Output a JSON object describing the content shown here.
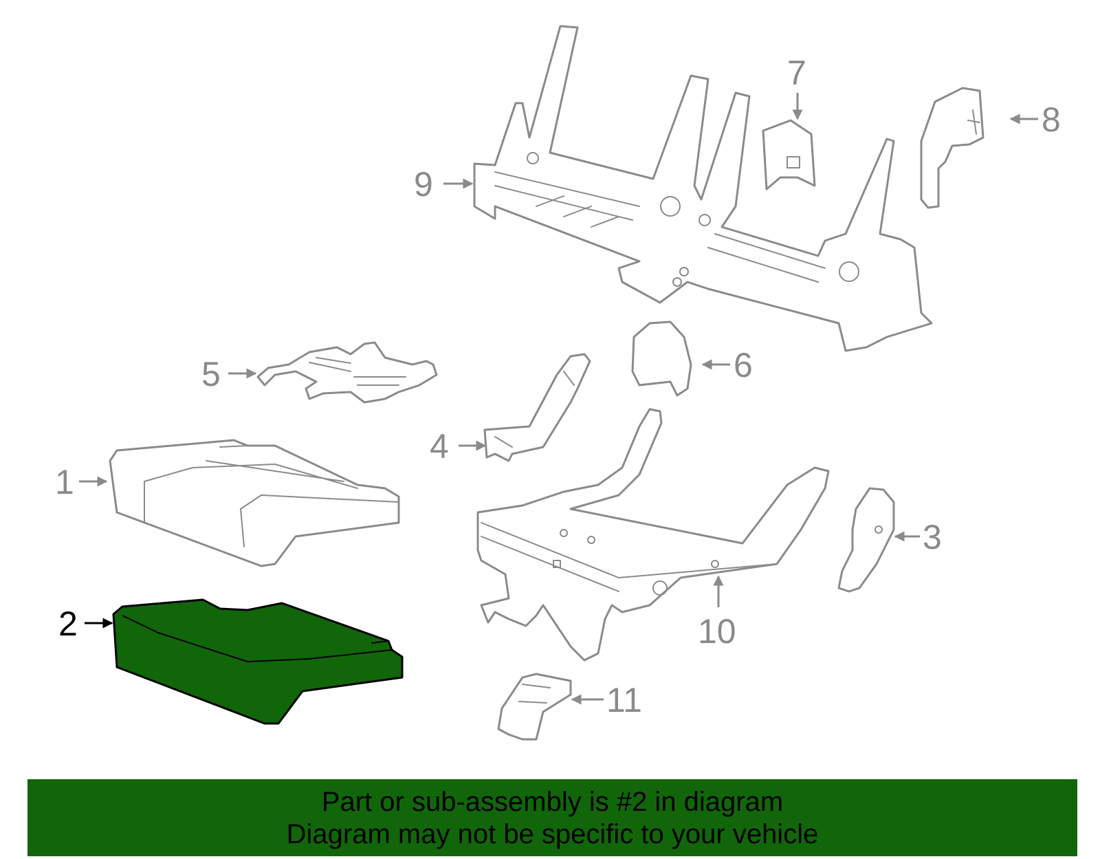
{
  "diagram": {
    "callouts": [
      {
        "id": "1",
        "label": "1"
      },
      {
        "id": "2",
        "label": "2",
        "highlighted": true
      },
      {
        "id": "3",
        "label": "3"
      },
      {
        "id": "4",
        "label": "4"
      },
      {
        "id": "5",
        "label": "5"
      },
      {
        "id": "6",
        "label": "6"
      },
      {
        "id": "7",
        "label": "7"
      },
      {
        "id": "8",
        "label": "8"
      },
      {
        "id": "9",
        "label": "9"
      },
      {
        "id": "10",
        "label": "10"
      },
      {
        "id": "11",
        "label": "11"
      }
    ],
    "colors": {
      "highlight_fill": "#12660a",
      "part_stroke": "#8a8a8a",
      "banner_bg": "#12660a"
    }
  },
  "banner": {
    "line1": "Part or sub-assembly is #2 in diagram",
    "line2": "Diagram may not be specific to your vehicle"
  }
}
